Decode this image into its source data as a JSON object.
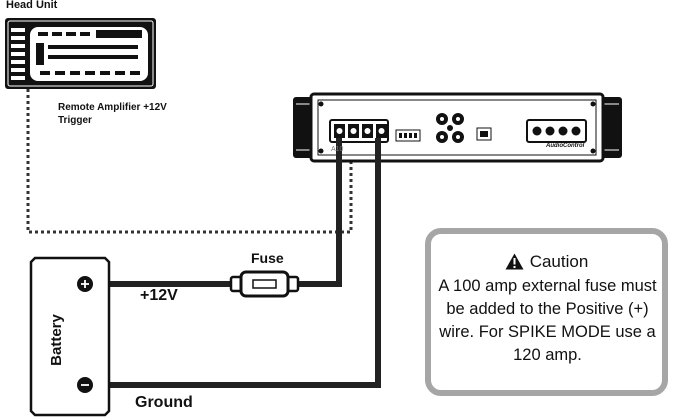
{
  "labels": {
    "head_unit": "Head Unit",
    "remote_trigger": "Remote Amplifier +12V Trigger",
    "fuse": "Fuse",
    "positive": "+12V",
    "ground": "Ground",
    "battery": "Battery"
  },
  "amplifier": {
    "brand": "AudioControl",
    "model": "A10"
  },
  "caution": {
    "title": "Caution",
    "body": "A 100 amp external fuse must be added to the Positive (+) wire. For SPIKE MODE use a 120 amp."
  },
  "icons": [
    "warning-triangle-icon",
    "plus-terminal-icon",
    "minus-terminal-icon"
  ],
  "colors": {
    "wire": "#222222",
    "trigger_wire": "#333333",
    "caution_border": "#a6a6a6"
  }
}
